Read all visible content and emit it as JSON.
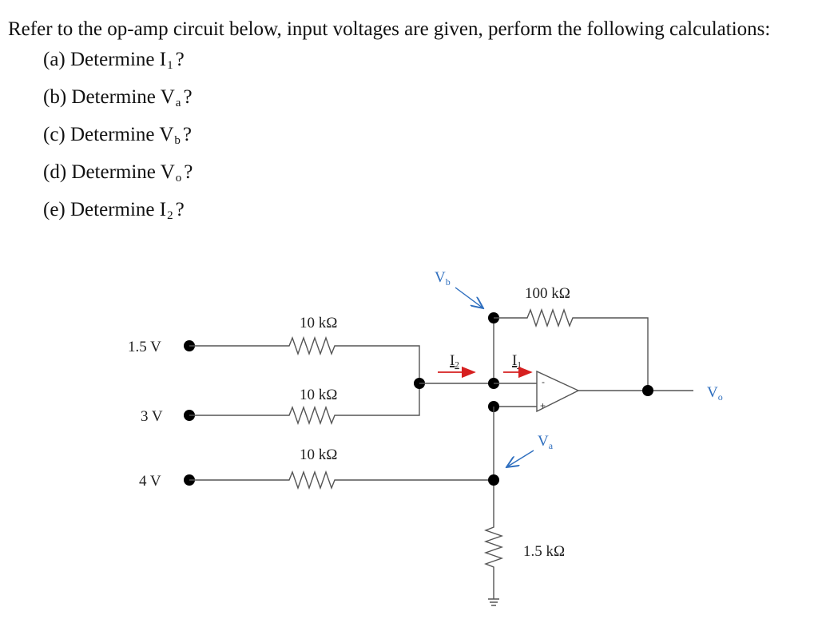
{
  "question": {
    "intro": "Refer to the op-amp circuit below, input voltages are given, perform the following calculations:",
    "items": [
      {
        "prefix": "(a) Determine ",
        "sym": "I",
        "sub": "1",
        "suffix": "?"
      },
      {
        "prefix": "(b) Determine ",
        "sym": "V",
        "sub": "a",
        "suffix": "?"
      },
      {
        "prefix": "(c) Determine ",
        "sym": "V",
        "sub": "b",
        "suffix": "?"
      },
      {
        "prefix": "(d) Determine ",
        "sym": "V",
        "sub": "o",
        "suffix": "?"
      },
      {
        "prefix": "(e) Determine ",
        "sym": "I",
        "sub": "2",
        "suffix": "?"
      }
    ]
  },
  "circuit": {
    "inputs": [
      {
        "voltage": "1.5 V",
        "resistor": "10 kΩ"
      },
      {
        "voltage": "3 V",
        "resistor": "10 kΩ"
      },
      {
        "voltage": "4 V",
        "resistor": "10 kΩ"
      }
    ],
    "feedback_resistor": "100 kΩ",
    "ground_resistor": "1.5 kΩ",
    "output_label": {
      "sym": "V",
      "sub": "o"
    },
    "node_b_label": {
      "sym": "V",
      "sub": "b"
    },
    "node_a_label": {
      "sym": "V",
      "sub": "a"
    },
    "current_1": {
      "sym": "I",
      "sub": "1"
    },
    "current_2": {
      "sym": "I",
      "sub": "2"
    },
    "opamp_minus": "-",
    "opamp_plus": "+",
    "colors": {
      "wire": "#555555",
      "node": "#000000",
      "label_blue": "#2f6fbf",
      "arrow_red": "#d62020"
    }
  }
}
